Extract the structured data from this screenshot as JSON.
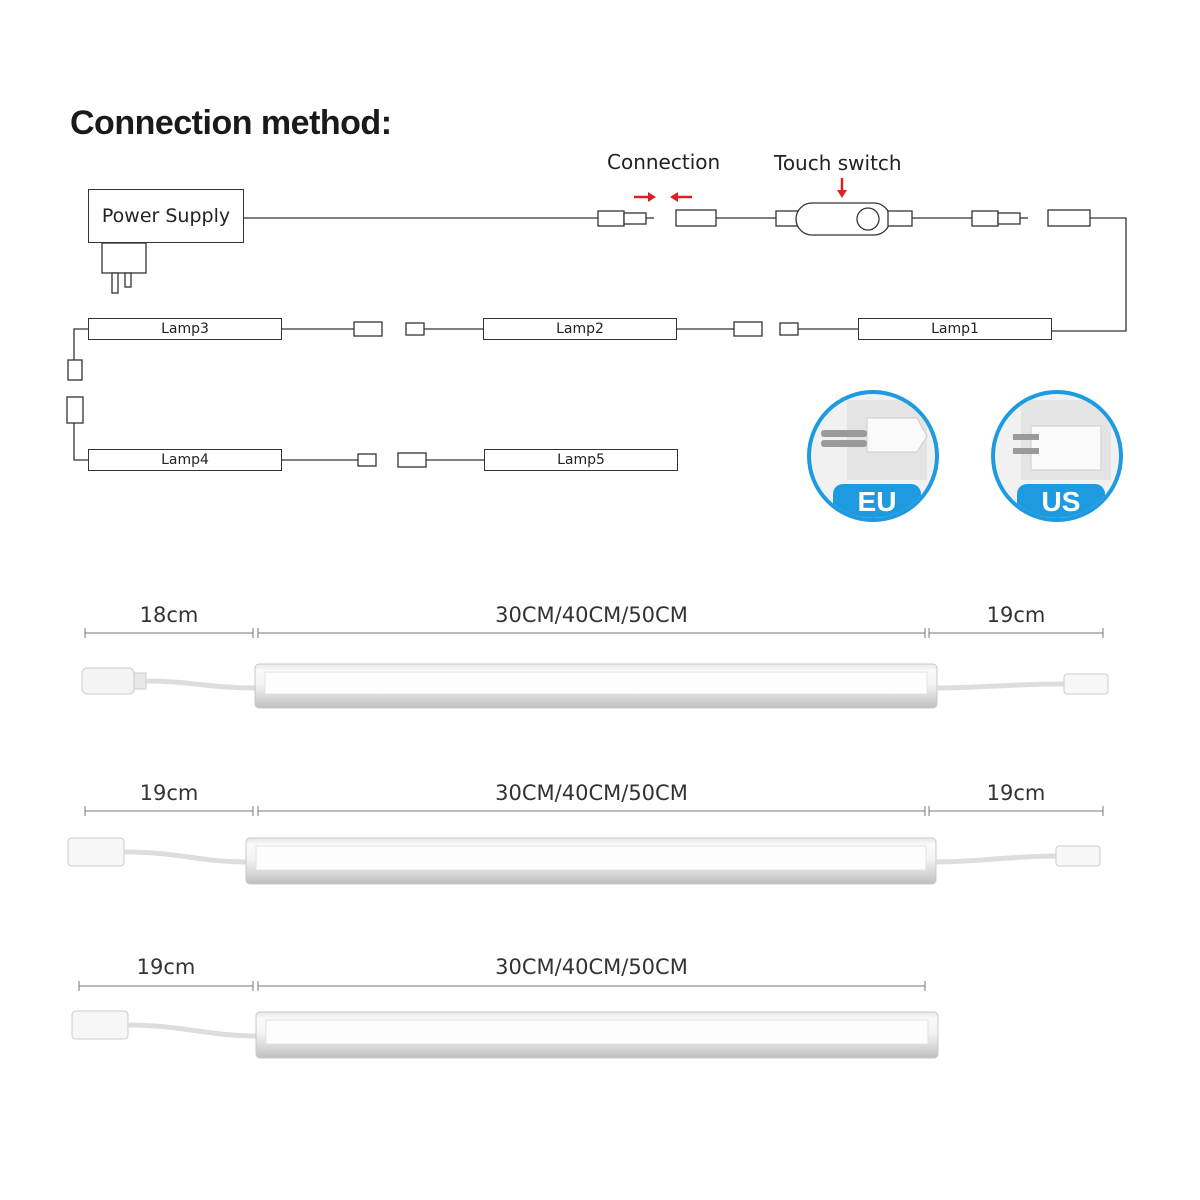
{
  "title": "Connection method:",
  "labels": {
    "connection": "Connection",
    "touch_switch": "Touch switch",
    "power_supply": "Power Supply"
  },
  "lamps": [
    "Lamp1",
    "Lamp2",
    "Lamp3",
    "Lamp4",
    "Lamp5"
  ],
  "plugs": {
    "eu": "EU",
    "us": "US"
  },
  "colors": {
    "accent": "#1e9be0",
    "arrow": "#e02020"
  },
  "products": [
    {
      "left": "18cm",
      "middle": "30CM/40CM/50CM",
      "right": "19cm"
    },
    {
      "left": "19cm",
      "middle": "30CM/40CM/50CM",
      "right": "19cm"
    },
    {
      "left": "19cm",
      "middle": "30CM/40CM/50CM"
    }
  ]
}
